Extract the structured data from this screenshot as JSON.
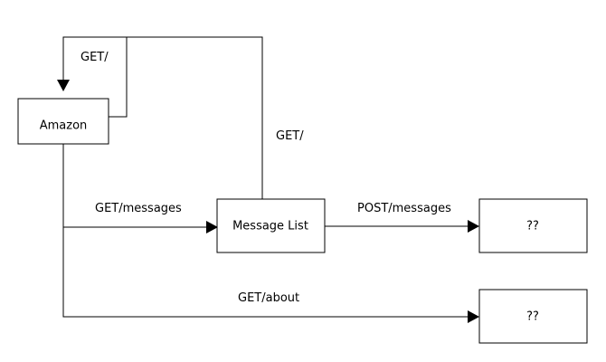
{
  "nodes": {
    "amazon": {
      "label": "Amazon"
    },
    "message_list": {
      "label": "Message List"
    },
    "unknown_post": {
      "label": "??"
    },
    "unknown_about": {
      "label": "??"
    }
  },
  "edges": {
    "amazon_self": {
      "label": "GET/"
    },
    "amazon_to_messages": {
      "label": "GET/messages"
    },
    "messages_to_amazon": {
      "label": "GET/"
    },
    "messages_post": {
      "label": "POST/messages"
    },
    "amazon_about": {
      "label": "GET/about"
    }
  },
  "colors": {
    "stroke": "#000000",
    "background": "#ffffff"
  }
}
